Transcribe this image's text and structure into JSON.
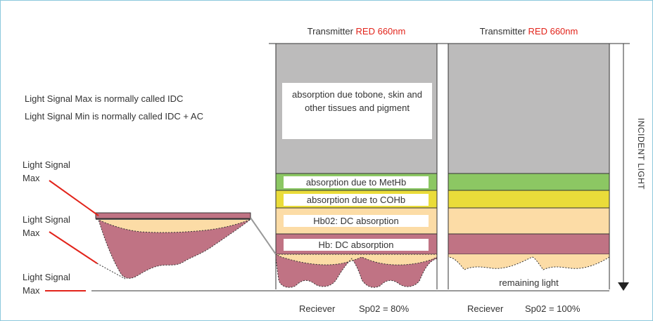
{
  "notes": {
    "line1": "Light Signal Max is normally called IDC",
    "line2": "Light Signal Min is normally called IDC + AC"
  },
  "left_labels": [
    {
      "line1": "Light Signal",
      "line2": "Max"
    },
    {
      "line1": "Light Signal",
      "line2": "Max"
    },
    {
      "line1": "Light Signal",
      "line2": "Max"
    }
  ],
  "columns": [
    {
      "transmitter": "Transmitter",
      "wavelength": "RED 660nm",
      "receiver": "Reciever",
      "spo2": "Sp02 = 80%"
    },
    {
      "transmitter": "Transmitter",
      "wavelength": "RED 660nm",
      "receiver": "Reciever",
      "spo2": "Sp02 = 100%"
    }
  ],
  "layers": {
    "tissue": "absorption due tobone, skin and other tissues and pigment",
    "methb": "absorption due to MetHb",
    "cohb": "absorption due to COHb",
    "hbo2": "Hb02: DC absorption",
    "hb": "Hb: DC absorption"
  },
  "remaining": "remaining light",
  "incident": "INCIDENT LIGHT",
  "colors": {
    "tissue": "#bcbbbb",
    "methb": "#8cc763",
    "cohb": "#eadc3a",
    "hbo2": "#fcdca6",
    "hb": "#c07384",
    "accent_red": "#e2231a",
    "frame": "#8cc8dc"
  }
}
